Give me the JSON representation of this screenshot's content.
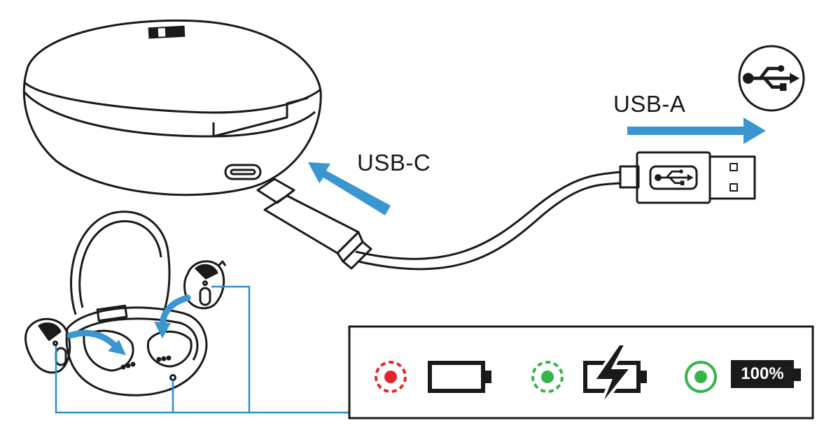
{
  "labels": {
    "usb_a": "USB-A",
    "usb_c": "USB-C",
    "full_charge": "100%"
  },
  "colors": {
    "line": "#1a1a1a",
    "arrow_blue": "#3a96d0",
    "led_red": "#e8242a",
    "led_green": "#35b449",
    "leader_blue": "#2f8fcc"
  },
  "icons": {
    "usb_symbol": "usb-icon",
    "battery_empty": "battery-empty-icon",
    "battery_charging": "battery-charging-icon",
    "battery_full": "battery-full-icon"
  }
}
